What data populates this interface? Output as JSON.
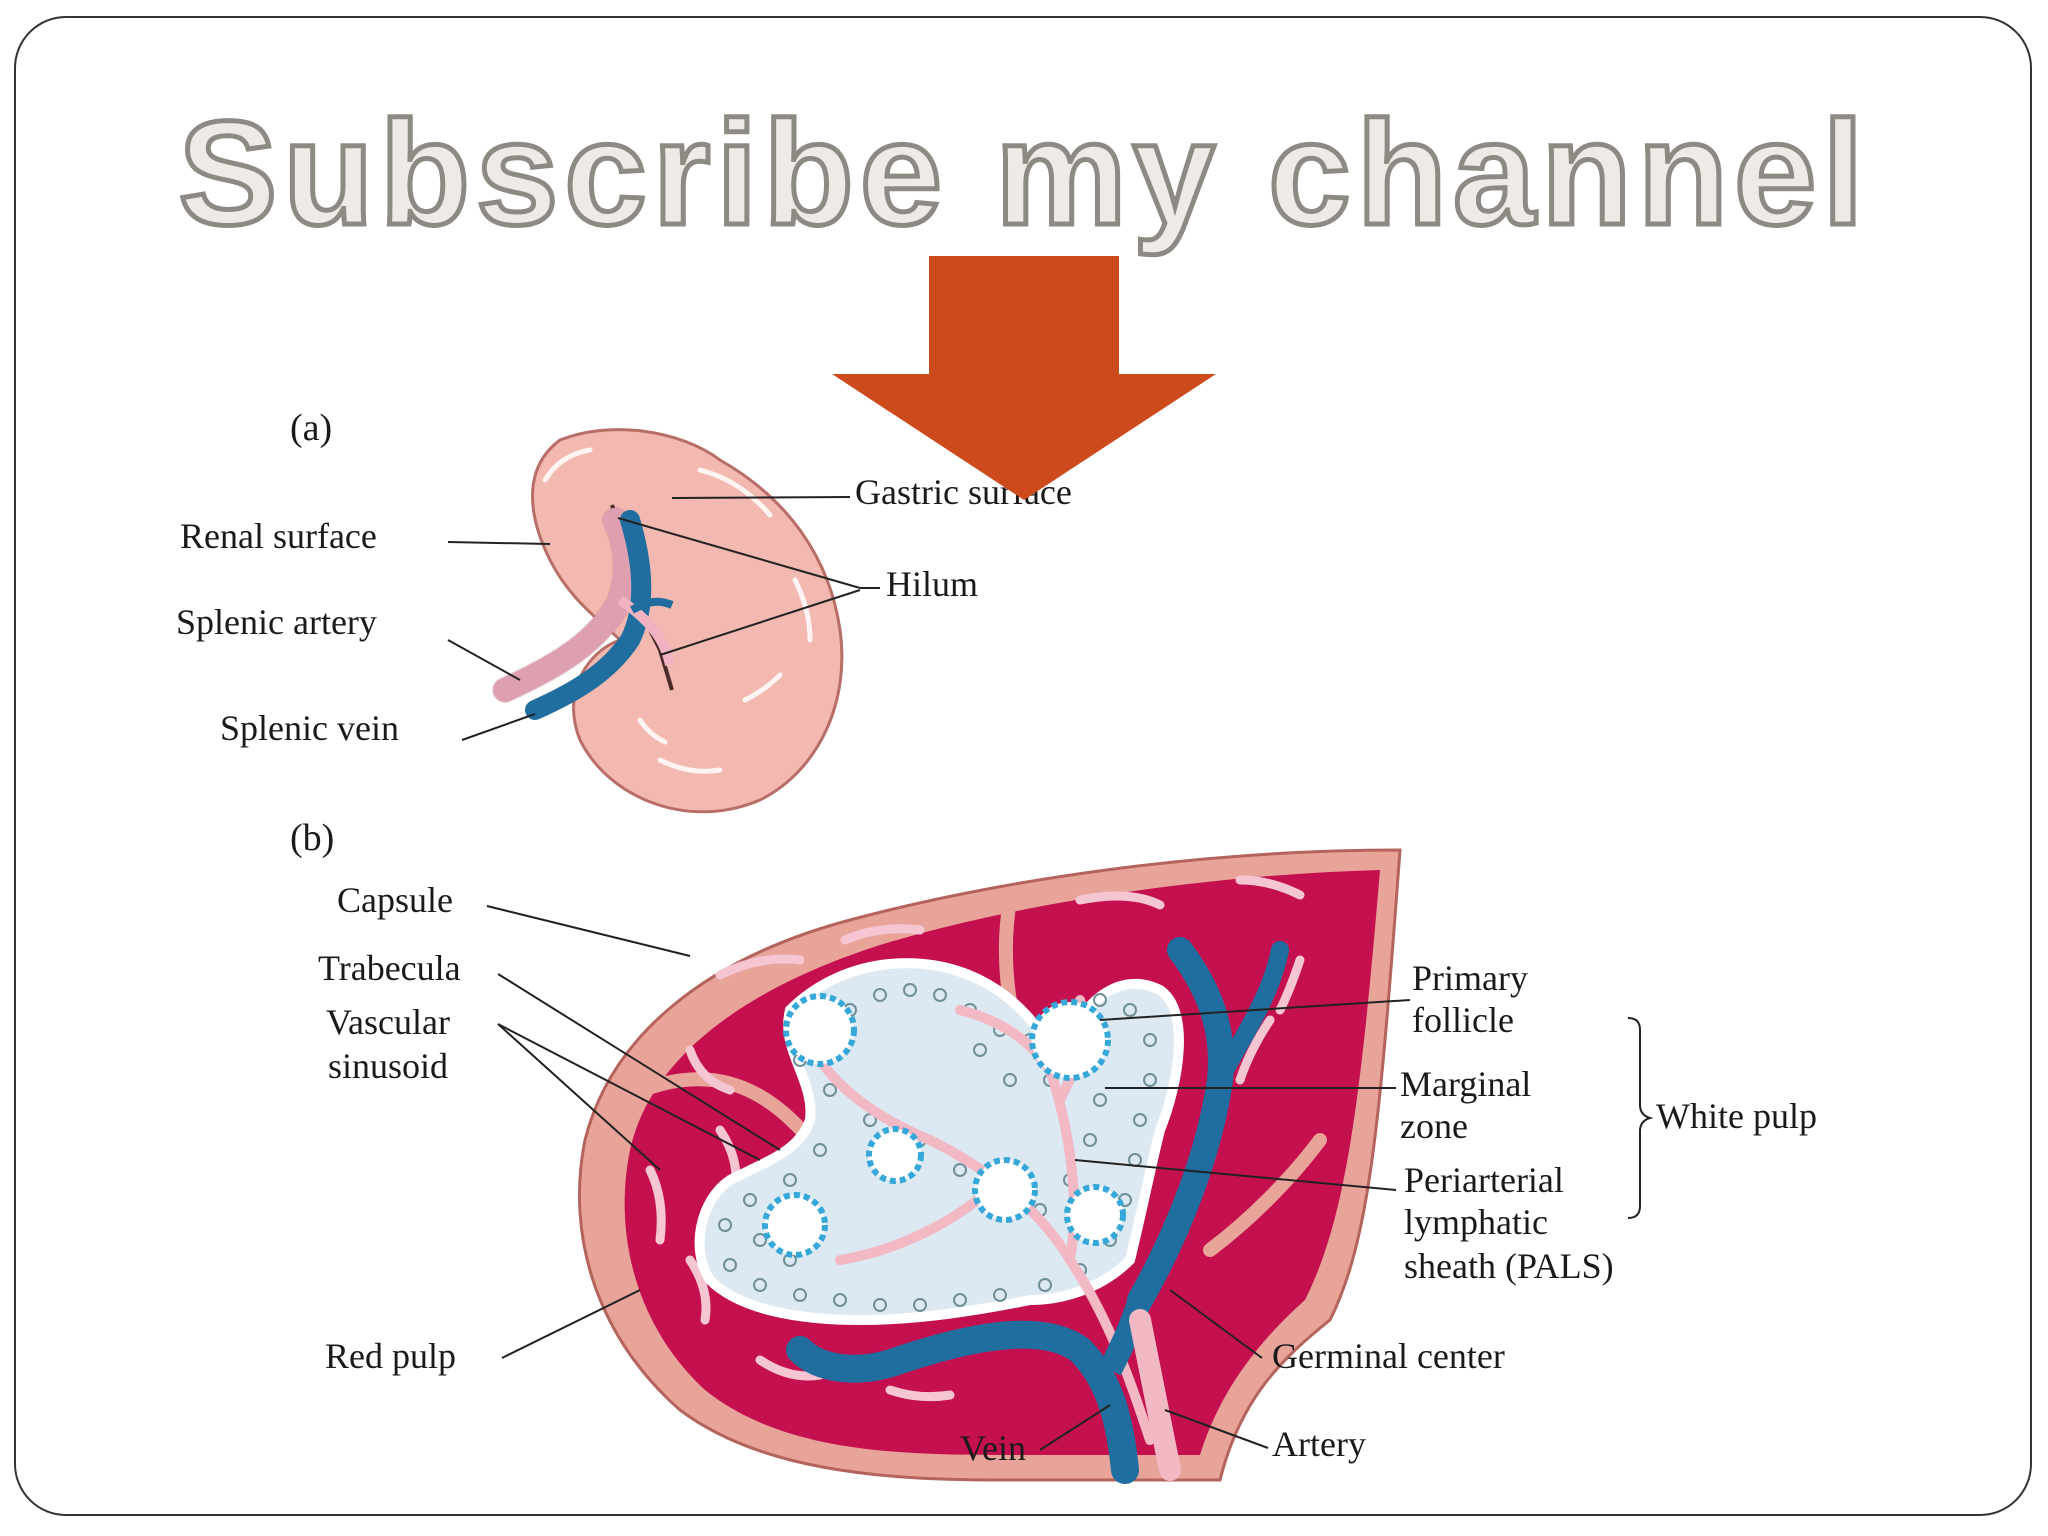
{
  "headline": "Subscribe my channel",
  "colors": {
    "arrow": "#cc4a1b",
    "spleen": "#f3b8b0",
    "capsule": "#e9a49a",
    "red_pulp": "#c4104e",
    "vein": "#1f6e9f",
    "artery": "#f2b8c4",
    "white_pulp": "#dce8f2",
    "follicle": "#35a7d8"
  },
  "figure_a": {
    "tag": "(a)",
    "labels": {
      "renal_surface": "Renal surface",
      "splenic_artery": "Splenic artery",
      "splenic_vein": "Splenic vein",
      "gastric_surface": "Gastric surface",
      "hilum": "Hilum"
    }
  },
  "figure_b": {
    "tag": "(b)",
    "labels": {
      "capsule": "Capsule",
      "trabecula": "Trabecula",
      "vascular": "Vascular",
      "sinusoid": "sinusoid",
      "red_pulp": "Red pulp",
      "vein": "Vein",
      "artery": "Artery",
      "germinal_center": "Germinal center",
      "primary": "Primary",
      "follicle": "follicle",
      "marginal": "Marginal",
      "zone": "zone",
      "periarterial": "Periarterial",
      "lymphatic": "lymphatic",
      "sheath": "sheath (PALS)",
      "white_pulp": "White pulp"
    }
  }
}
